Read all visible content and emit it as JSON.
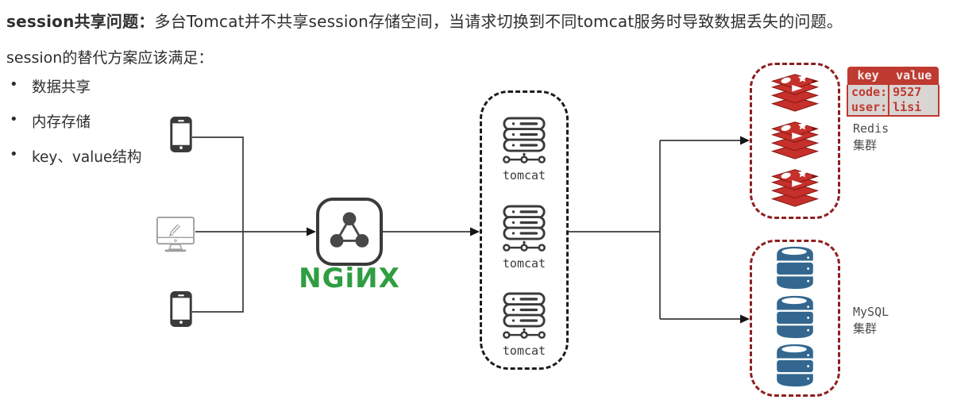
{
  "page": {
    "background": "#ffffff",
    "text_color": "#2e2e2e"
  },
  "header": {
    "title_bold": "session共享问题：",
    "title_rest": "多台Tomcat并不共享session存储空间，当请求切换到不同tomcat服务时导致数据丢失的问题。",
    "subtitle": "session的替代方案应该满足：",
    "bullets": [
      "数据共享",
      "内存存储",
      "key、value结构"
    ]
  },
  "diagram": {
    "clients": {
      "icons": [
        "smartphone-icon",
        "desktop-computer-icon",
        "smartphone-icon"
      ]
    },
    "nginx": {
      "wordmark": "NGiИX",
      "green": "#2f9e41",
      "icon": "nginx-node-triangle-icon"
    },
    "tomcat_cluster": {
      "icon": "server-stack-icon",
      "border_color": "#1c1c1c",
      "servers": [
        {
          "label": "tomcat"
        },
        {
          "label": "tomcat"
        },
        {
          "label": "tomcat"
        }
      ]
    },
    "redis_cluster": {
      "icon": "redis-database-icon",
      "node_count": 3,
      "node_color": "#c6302b",
      "border_color": "#8e1f1f",
      "label_line1": "Redis",
      "label_line2": "集群"
    },
    "mysql_cluster": {
      "icon": "mysql-database-icon",
      "node_count": 3,
      "node_color": "#33678f",
      "border_color": "#8e1f1f",
      "label_line1": "MySQL",
      "label_line2": "集群"
    },
    "kv_table": {
      "headers": [
        "key",
        "value"
      ],
      "rows": [
        {
          "key": "code:",
          "value": "9527"
        },
        {
          "key": "user:",
          "value": "lisi"
        }
      ],
      "header_bg": "#bf3a30",
      "header_text": "#f3eceb",
      "body_bg": "#d9d5d3",
      "body_text": "#bf3a30"
    }
  }
}
